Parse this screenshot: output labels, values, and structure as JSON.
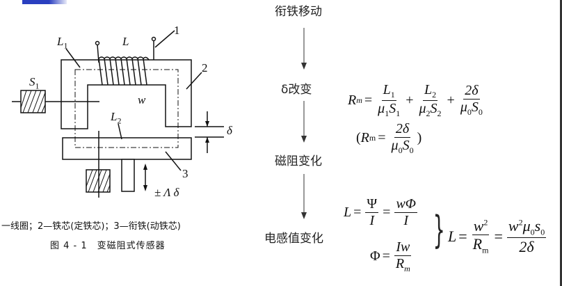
{
  "colors": {
    "accent_bar": "#2a3fc0",
    "ink": "#111111"
  },
  "diagram": {
    "labels": {
      "L1": "L",
      "L1_sub": "1",
      "L": "L",
      "n1": "1",
      "n2": "2",
      "w": "w",
      "L2": "L",
      "L2_sub": "2",
      "delta": "δ",
      "n3": "3",
      "pm_delta": "± Λ δ",
      "S1": "S",
      "S1_sub": "1"
    },
    "caption_legend": "一线圈；2—铁芯(定铁芯)；3—衔铁(动铁芯)",
    "caption_title": "图 4 - 1　变磁阻式传感器"
  },
  "flow": {
    "steps": [
      "衔铁移动",
      "δ改变",
      "磁阻变化",
      "电感值变化"
    ]
  },
  "formulas": {
    "rm": {
      "lhs": "R",
      "lhs_sub": "m",
      "t1_num": "L",
      "t1_num_sub": "1",
      "t1_den": "μ",
      "t1_den_sub": "1",
      "t1_den2": "S",
      "t1_den2_sub": "1",
      "t2_num": "L",
      "t2_num_sub": "2",
      "t2_den": "μ",
      "t2_den_sub": "2",
      "t2_den2": "S",
      "t2_den2_sub": "2",
      "t3_num": "2δ",
      "t3_den": "μ",
      "t3_den_sub": "0",
      "t3_den2": "S",
      "t3_den2_sub": "0"
    },
    "rm_approx": {
      "open": "(",
      "lhs": "R",
      "lhs_sub": "m",
      "num": "2δ",
      "den": "μ",
      "den_sub": "0",
      "den2": "S",
      "den2_sub": "0",
      "close": ")"
    },
    "L_def": {
      "lhs": "L",
      "f1_num": "Ψ",
      "f1_den": "I",
      "f2_num": "wΦ",
      "f2_den": "I"
    },
    "phi": {
      "lhs": "Φ",
      "num": "Iw",
      "den": "R",
      "den_sub": "m"
    },
    "brace": "}",
    "L_result": {
      "lhs": "L",
      "f1_num": "w",
      "f1_num_sup": "2",
      "f1_den": "R",
      "f1_den_sub": "m",
      "f2_num": "w",
      "f2_num_sup": "2",
      "f2_num2": "μ",
      "f2_num2_sub": "0",
      "f2_num3": "s",
      "f2_num3_sub": "0",
      "f2_den": "2δ"
    },
    "eq": "=",
    "plus": "+"
  }
}
